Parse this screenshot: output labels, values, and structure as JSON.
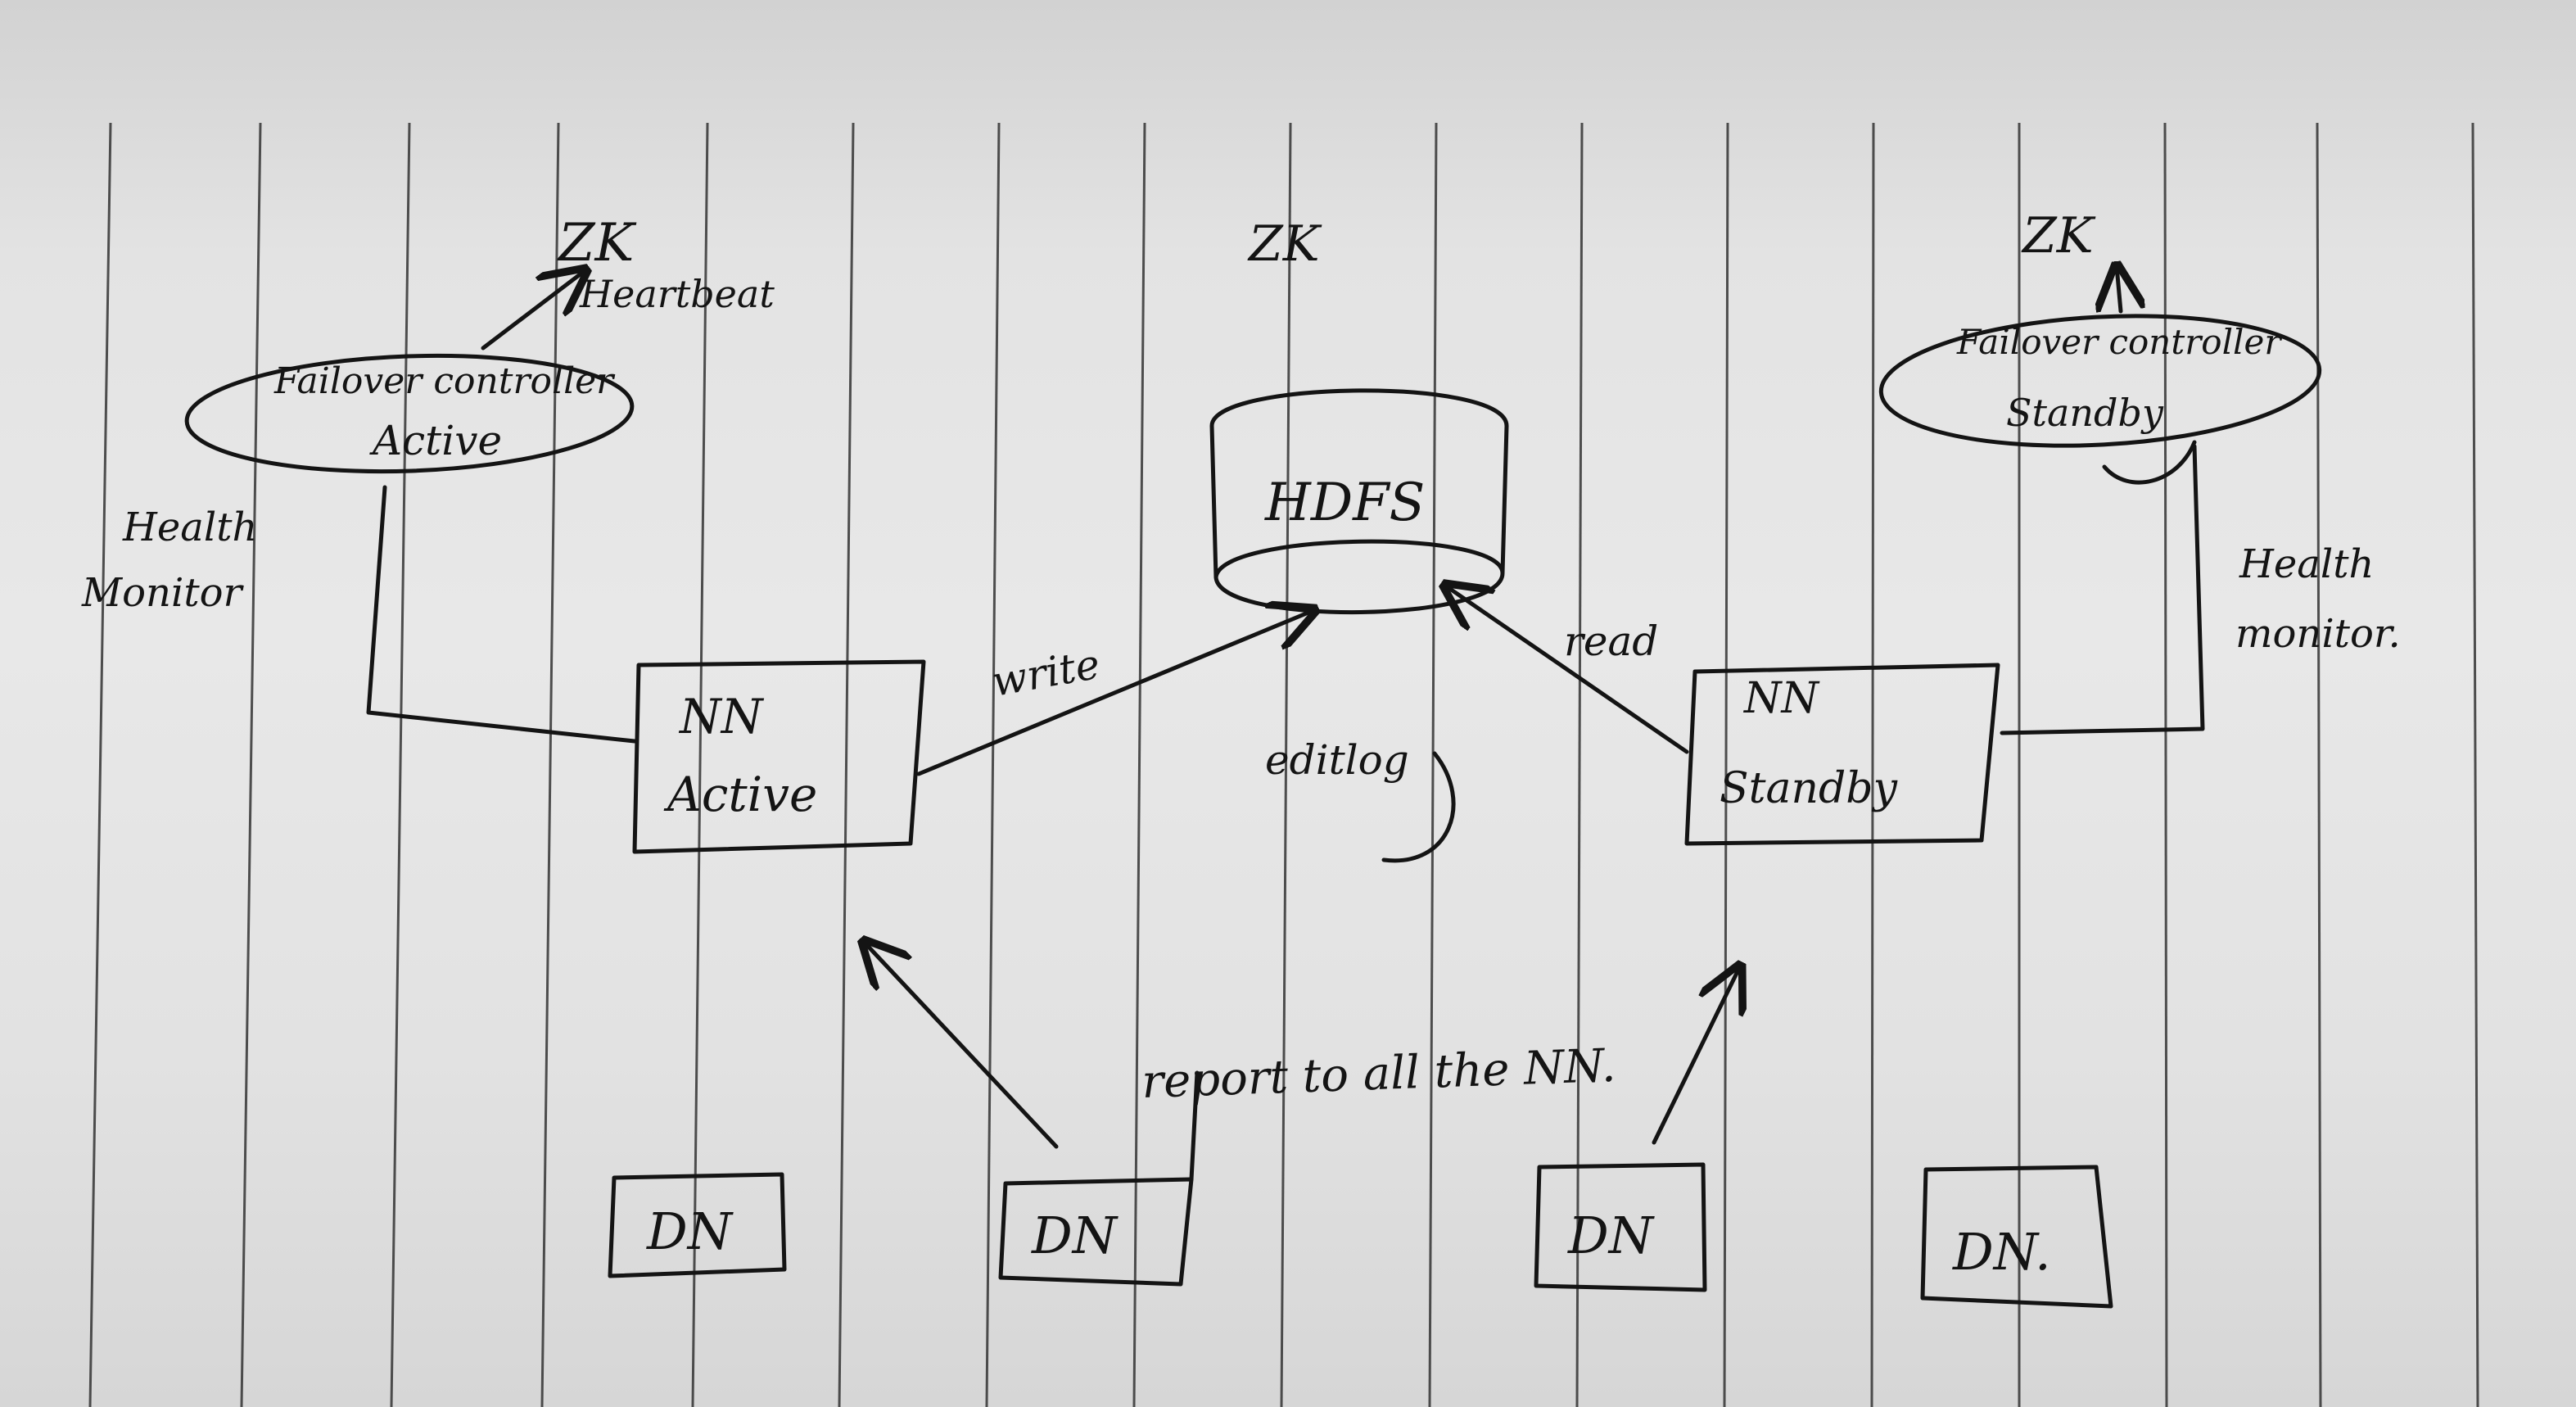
{
  "colors": {
    "ink": "#141414",
    "paper": "#e6e6e6",
    "rule": "#303030"
  },
  "labels": {
    "zk_left": "ZK",
    "zk_center": "ZK",
    "zk_right": "ZK",
    "heartbeat": "Heartbeat",
    "fc_active_line1": "Failover controller",
    "fc_active_line2": "Active",
    "fc_standby_line1": "Failover controller",
    "fc_standby_line2": "Standby",
    "health_left_line1": "Health",
    "health_left_line2": "Monitor",
    "health_right_line1": "Health",
    "health_right_line2": "monitor.",
    "hdfs": "HDFS",
    "nn_active_line1": "NN",
    "nn_active_line2": "Active",
    "nn_standby_line1": "NN",
    "nn_standby_line2": "Standby",
    "write": "write",
    "read": "read",
    "editlog": "editlog",
    "report": "report to all the NN.",
    "dn1": "DN",
    "dn2": "DN",
    "dn3": "DN",
    "dn4": "DN."
  }
}
